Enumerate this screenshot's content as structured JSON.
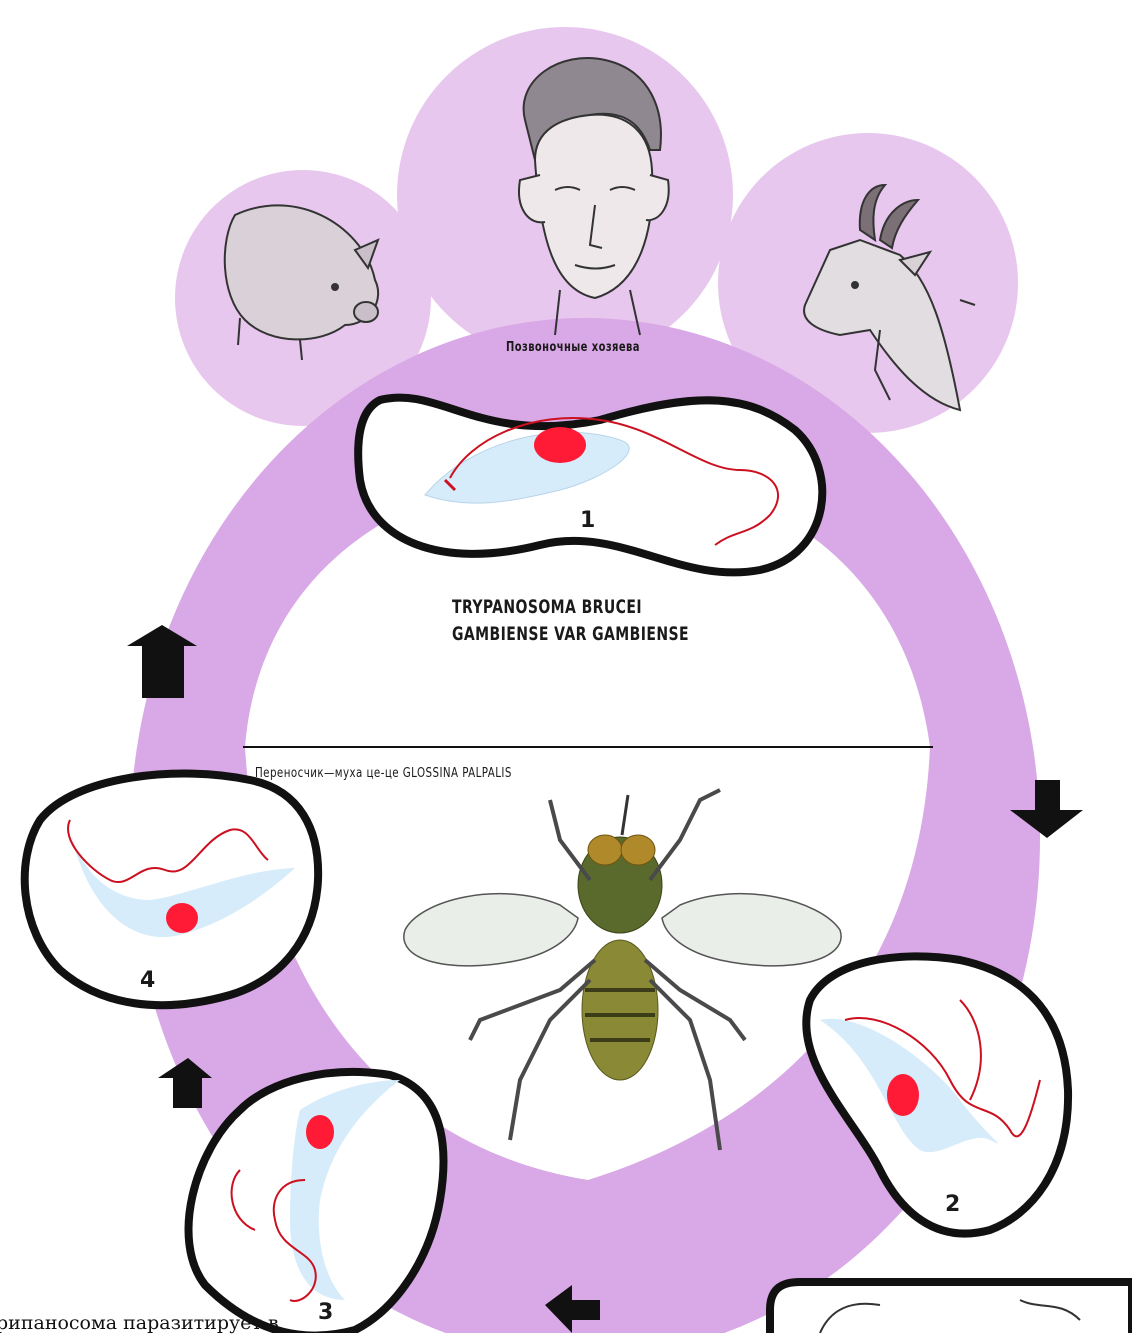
{
  "diagram": {
    "species_line1": "TRYPANOSOMA BRUCEI",
    "species_line2": "GAMBIENSE VAR GAMBIENSE",
    "hosts_label": "Позвоночные хозяева",
    "vector_label": "Переносчик—муха це-це GLOSSINA PALPALIS",
    "stage_labels": [
      "1",
      "2",
      "3",
      "4"
    ],
    "bottom_text": "рипаносома паразитирует в",
    "colors": {
      "ring": "#d9a8e6",
      "circle": "#e8c7ee",
      "cell": "#d6ecfa",
      "nucleus": "#ff1a36",
      "flagellum": "#cc1020",
      "outline": "#111111"
    },
    "icons": [
      "pig-icon",
      "human-head-icon",
      "goat-icon",
      "tsetse-fly-icon",
      "arrow-icon"
    ]
  }
}
